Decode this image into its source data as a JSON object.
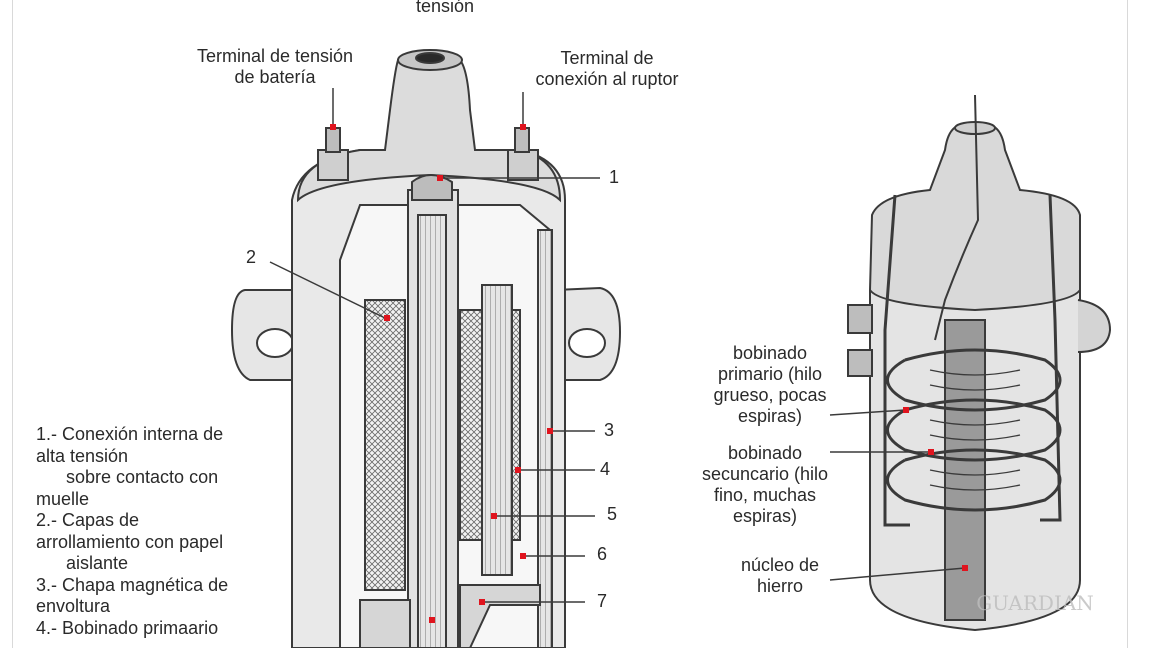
{
  "top_label_partial": "tensión",
  "labels": {
    "battery_terminal": [
      "Terminal de tensión",
      "de batería"
    ],
    "breaker_terminal": [
      "Terminal de",
      "conexión al ruptor"
    ],
    "primary": [
      "bobinado",
      "primario (hilo",
      "grueso, pocas",
      "espiras)"
    ],
    "secondary": [
      "bobinado",
      "secuncario (hilo",
      "fino, muchas",
      "espiras)"
    ],
    "core": [
      "núcleo de",
      "hierro"
    ]
  },
  "callout_numbers": [
    "1",
    "2",
    "3",
    "4",
    "5",
    "6",
    "7"
  ],
  "legend": [
    {
      "text": "1.- Conexión interna de",
      "indent": false
    },
    {
      "text": "alta tensión",
      "indent": false
    },
    {
      "text": "sobre contacto con",
      "indent": true
    },
    {
      "text": "muelle",
      "indent": false
    },
    {
      "text": "2.- Capas de",
      "indent": false
    },
    {
      "text": "arrollamiento con papel",
      "indent": false
    },
    {
      "text": "aislante",
      "indent": true
    },
    {
      "text": "3.- Chapa magnética de",
      "indent": false
    },
    {
      "text": "envoltura",
      "indent": false
    },
    {
      "text": "4.- Bobinado primaario",
      "indent": false
    }
  ],
  "watermark": "GUARDIAN",
  "colors": {
    "marker": "#e0141e",
    "line": "#3a3a3a",
    "metal": "#d8d8d8"
  }
}
